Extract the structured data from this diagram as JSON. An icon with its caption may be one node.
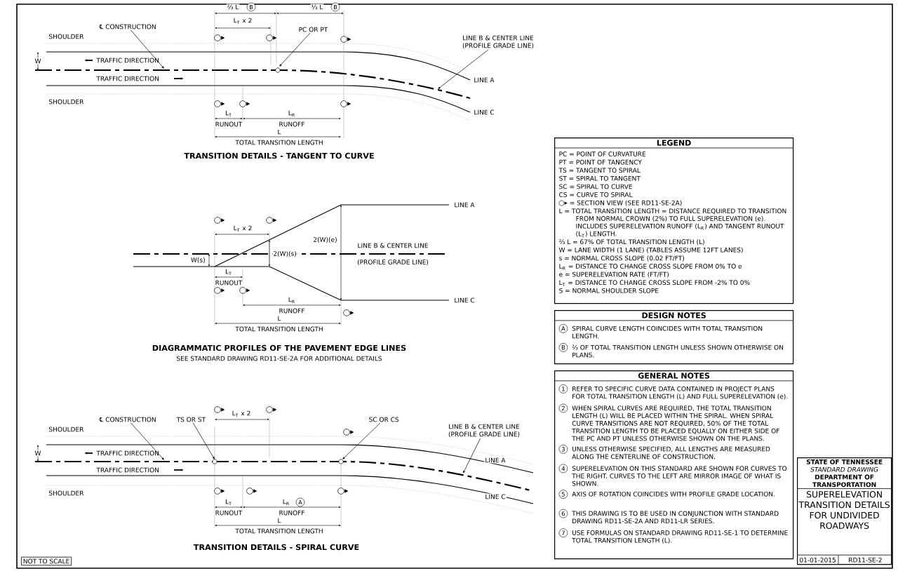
{
  "diagram": {
    "nodes": [
      {
        "text": [
          "LEGEND",
          "PC = POINT OF CURVATURE",
          "PT = POINT OF TANGENCY",
          "TS = TANGENT TO SPIRAL",
          "ST = SPIRAL TO TANGENT",
          "SC = SPIRAL TO CURVE",
          "CS = CURVE TO SPIRAL",
          "= SECTION VIEW (SEE RD11-SE-2A)",
          "L = TOTAL TRANSITION LENGTH = DISTANCE REQUIRED TO TRANSITION FROM NORMAL CROWN (2%) TO FULL SUPERELEVATION (e). INCLUDES SUPERELEVATION RUNOFF (L$_{R}$) AND TANGENT RUNOUT (L$_{T}$) LENGTH.",
          "⅔ L = 67% OF TOTAL TRANSITION LENGTH (L)",
          "W = LANE WIDTH (1 LANE) (TABLES ASSUME 12FT LANES)",
          "s = NORMAL CROSS SLOPE (0.02 FT/FT)",
          "L$_{R}$ = DISTANCE TO CHANGE CROSS SLOPE FROM 0% TO e",
          "e = SUPERELEVATION RATE (FT/FT)",
          "L$_{T}$ = DISTANCE TO CHANGE CROSS SLOPE FROM -2% TO 0%",
          "S = NORMAL SHOULDER SLOPE"
        ]
      },
      {
        "text": [
          "DESIGN NOTES",
          "A",
          "SPIRAL CURVE LENGTH COINCIDES WITH TOTAL TRANSITION LENGTH.",
          "B",
          "⅔ OF TOTAL TRANSITION LENGTH UNLESS SHOWN OTHERWISE ON PLANS."
        ]
      },
      {
        "text": [
          "GENERAL NOTES",
          "1",
          "REFER TO SPECIFIC CURVE DATA CONTAINED IN PROJECT PLANS FOR TOTAL TRANSITION LENGTH (L) AND FULL SUPERELEVATION (e).",
          "2",
          "WHEN SPIRAL CURVES ARE REQUIRED, THE TOTAL TRANSITION LENGTH (L) WILL BE PLACED WITHIN THE SPIRAL. WHEN SPIRAL CURVE TRANSITIONS ARE NOT REQUIRED, 50% OF THE TOTAL TRANSITION LENGTH TO BE PLACED EQUALLY ON EITHER SIDE OF THE PC AND PT UNLESS OTHERWISE SHOWN ON THE PLANS.",
          "3",
          "UNLESS OTHERWISE SPECIFIED, ALL LENGTHS ARE MEASURED ALONG THE CENTERLINE OF CONSTRUCTION.",
          "4",
          "SUPERELEVATION ON THIS STANDARD ARE SHOWN FOR CURVES TO THE RIGHT. CURVES TO THE LEFT ARE MIRROR IMAGE OF WHAT IS SHOWN.",
          "5",
          "AXIS OF ROTATION COINCIDES WITH PROFILE GRADE LOCATION.",
          "6",
          "THIS DRAWING IS TO BE USED IN CONJUNCTION WITH STANDARD DRAWING RD11-SE-2A AND RD11-LR SERIES.",
          "7",
          "USE FORMULAS ON STANDARD DRAWING RD11-SE-1 TO DETERMINE TOTAL TRANSITION LENGTH (L)."
        ]
      },
      {
        "text": [
          "STATE OF TENNESSEE",
          "STANDARD DRAWING",
          "DEPARTMENT OF TRANSPORTATION",
          "SUPERELEVATION TRANSITION DETAILS FOR UNDIVIDED ROADWAYS",
          "01-01-2015",
          "RD11-SE-2"
        ]
      },
      {
        "text": [
          "℄ CONSTRUCTION"
        ]
      },
      {
        "text": [
          "PC OR PT"
        ]
      },
      {
        "text": [
          "LINE B & CENTER LINE (PROFILE GRADE LINE)"
        ]
      },
      {
        "text": [
          "℄ CONSTRUCTION"
        ]
      },
      {
        "text": [
          "TS OR ST"
        ]
      },
      {
        "text": [
          "SC OR CS"
        ]
      },
      {
        "text": [
          "LINE B & CENTER LINE (PROFILE GRADE LINE)"
        ]
      },
      {
        "text": [],
        "shape": "line"
      },
      {
        "text": [],
        "shape": "line"
      }
    ],
    "edges": [
      {
        "from": 4,
        "to": 11,
        "arrow": "to"
      },
      {
        "from": 5,
        "to": 11,
        "arrow": "to"
      },
      {
        "from": 6,
        "to": 11,
        "arrow": "to"
      },
      {
        "from": 7,
        "to": 12,
        "arrow": "to"
      },
      {
        "from": 8,
        "to": 12,
        "arrow": "to"
      },
      {
        "from": 9,
        "to": 12,
        "arrow": "to"
      },
      {
        "from": 10,
        "to": 12,
        "arrow": "to"
      }
    ],
    "labels": [
      "⅔ L",
      "B",
      "⅓ L",
      "B",
      "L$_{T}$ x 2",
      "SHOULDER",
      "W",
      "TRAFFIC DIRECTION",
      "TRAFFIC DIRECTION",
      "SHOULDER",
      "LINE A",
      "L$_{T}$",
      "L$_{R}$",
      "LINE C",
      "RUNOUT",
      "RUNOFF",
      "L",
      "TOTAL TRANSITION LENGTH",
      "TRANSITION DETAILS - TANGENT TO CURVE",
      "LINE A",
      "L$_{T}$ x 2",
      "LINE B & CENTER LINE",
      "W(s)",
      "2(W)(s)",
      "2(W)(e)",
      "(PROFILE GRADE LINE)",
      "L$_{T}$",
      "RUNOUT",
      "L$_{R}$",
      "LINE C",
      "RUNOFF",
      "L",
      "TOTAL TRANSITION LENGTH",
      "DIAGRAMMATIC PROFILES OF THE PAVEMENT EDGE LINES",
      "SEE STANDARD DRAWING RD11-SE-2A FOR ADDITIONAL DETAILS",
      "L$_{T}$ x 2",
      "SHOULDER",
      "W",
      "TRAFFIC DIRECTION",
      "TRAFFIC DIRECTION",
      "SHOULDER",
      "LINE A",
      "LINE C",
      "L$_{T}$",
      "L$_{R}$",
      "A",
      "RUNOUT",
      "RUNOFF",
      "L",
      "TOTAL TRANSITION LENGTH",
      "TRANSITION DETAILS - SPIRAL CURVE",
      "NOT TO SCALE"
    ]
  }
}
